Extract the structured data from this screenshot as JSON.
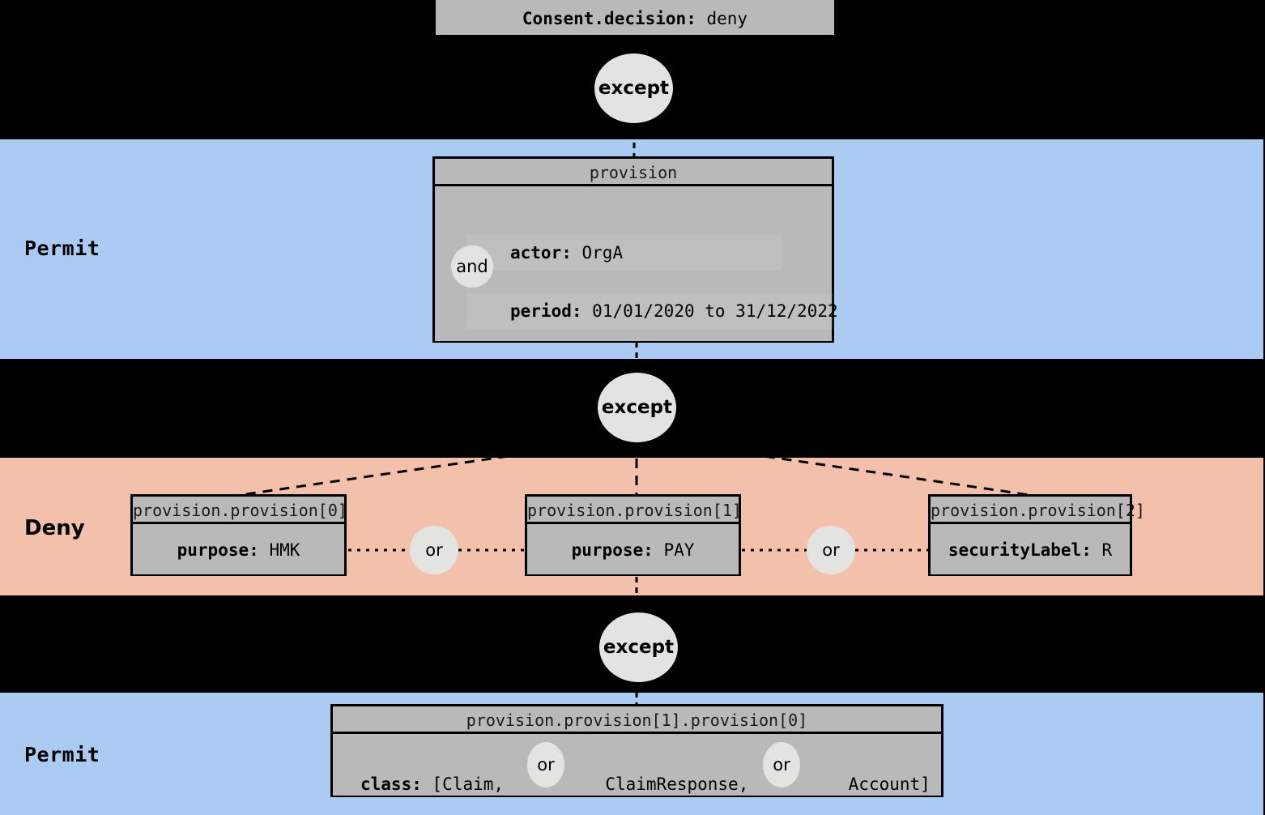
{
  "diagram": {
    "type": "fhir-consent-provision-tree",
    "colors": {
      "permit_band": "#abcbf2",
      "deny_band": "#f2c0ab",
      "node_fill": "#b9b9b9",
      "node_border": "#000000",
      "circle_fill": "#e3e3e1",
      "background": "#000000"
    }
  },
  "bands": [
    {
      "decision": "Permit",
      "label_style": "mono"
    },
    {
      "decision": "Deny",
      "label_style": "sans"
    },
    {
      "decision": "Permit",
      "label_style": "mono"
    }
  ],
  "root": {
    "name": "consent-decision-bar",
    "key": "Consent.decision:",
    "value": "deny"
  },
  "operators": {
    "except": "except",
    "and": "and",
    "or": "or"
  },
  "nodes": {
    "provision": {
      "title": "provision",
      "attributes": [
        {
          "key": "actor:",
          "value": "OrgA"
        },
        {
          "key": "period:",
          "value": "01/01/2020 to 31/12/2022"
        }
      ],
      "operator": "and"
    },
    "provision_0": {
      "title": "provision.provision[0]",
      "attributes": [
        {
          "key": "purpose:",
          "value": "HMK"
        }
      ]
    },
    "provision_1": {
      "title": "provision.provision[1]",
      "attributes": [
        {
          "key": "purpose:",
          "value": "PAY"
        }
      ]
    },
    "provision_2": {
      "title": "provision.provision[2]",
      "attributes": [
        {
          "key": "securityLabel:",
          "value": "R"
        }
      ]
    },
    "provision_1_0": {
      "title": "provision.provision[1].provision[0]",
      "attributes": [
        {
          "key": "class:",
          "value_parts": [
            "[Claim,",
            "ClaimResponse,",
            "Account]"
          ],
          "separator": "or"
        }
      ]
    }
  }
}
